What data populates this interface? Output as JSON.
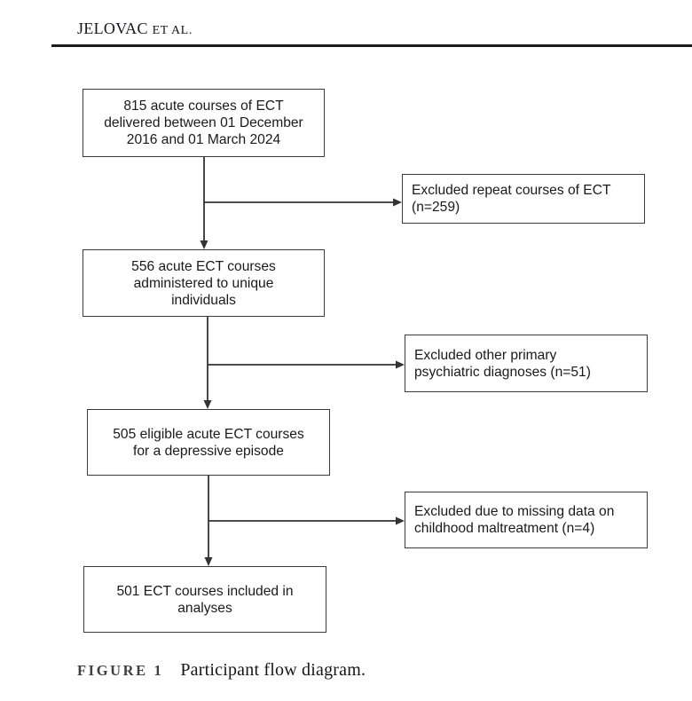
{
  "header": {
    "author": "JELOVAC",
    "et_al": "ET AL."
  },
  "flow": {
    "main_boxes": [
      {
        "name": "total-courses",
        "lines": [
          "815 acute courses of ECT",
          "delivered between 01 December",
          "2016 and 01 March 2024"
        ]
      },
      {
        "name": "unique-individuals",
        "lines": [
          "556 acute ECT courses",
          "administered to unique",
          "individuals"
        ]
      },
      {
        "name": "eligible-courses",
        "lines": [
          "505 eligible acute ECT courses",
          "for a depressive episode"
        ]
      },
      {
        "name": "included-analyses",
        "lines": [
          "501 ECT courses included in",
          "analyses"
        ]
      }
    ],
    "exclusion_boxes": [
      {
        "name": "excluded-repeat-courses",
        "lines": [
          "Excluded repeat courses of ECT",
          "(n=259)"
        ]
      },
      {
        "name": "excluded-other-diagnoses",
        "lines": [
          "Excluded other primary",
          "psychiatric diagnoses (n=51)"
        ]
      },
      {
        "name": "excluded-missing-data",
        "lines": [
          "Excluded due to missing data on",
          "childhood maltreatment (n=4)"
        ]
      }
    ]
  },
  "caption": {
    "label": "FIGURE 1",
    "text": "Participant flow diagram."
  },
  "colors": {
    "line": "#333333",
    "box_border": "#3a3a3a",
    "text": "#1a1a1a",
    "caption_label": "#3f3f3f",
    "rule": "#1c1c1c"
  }
}
